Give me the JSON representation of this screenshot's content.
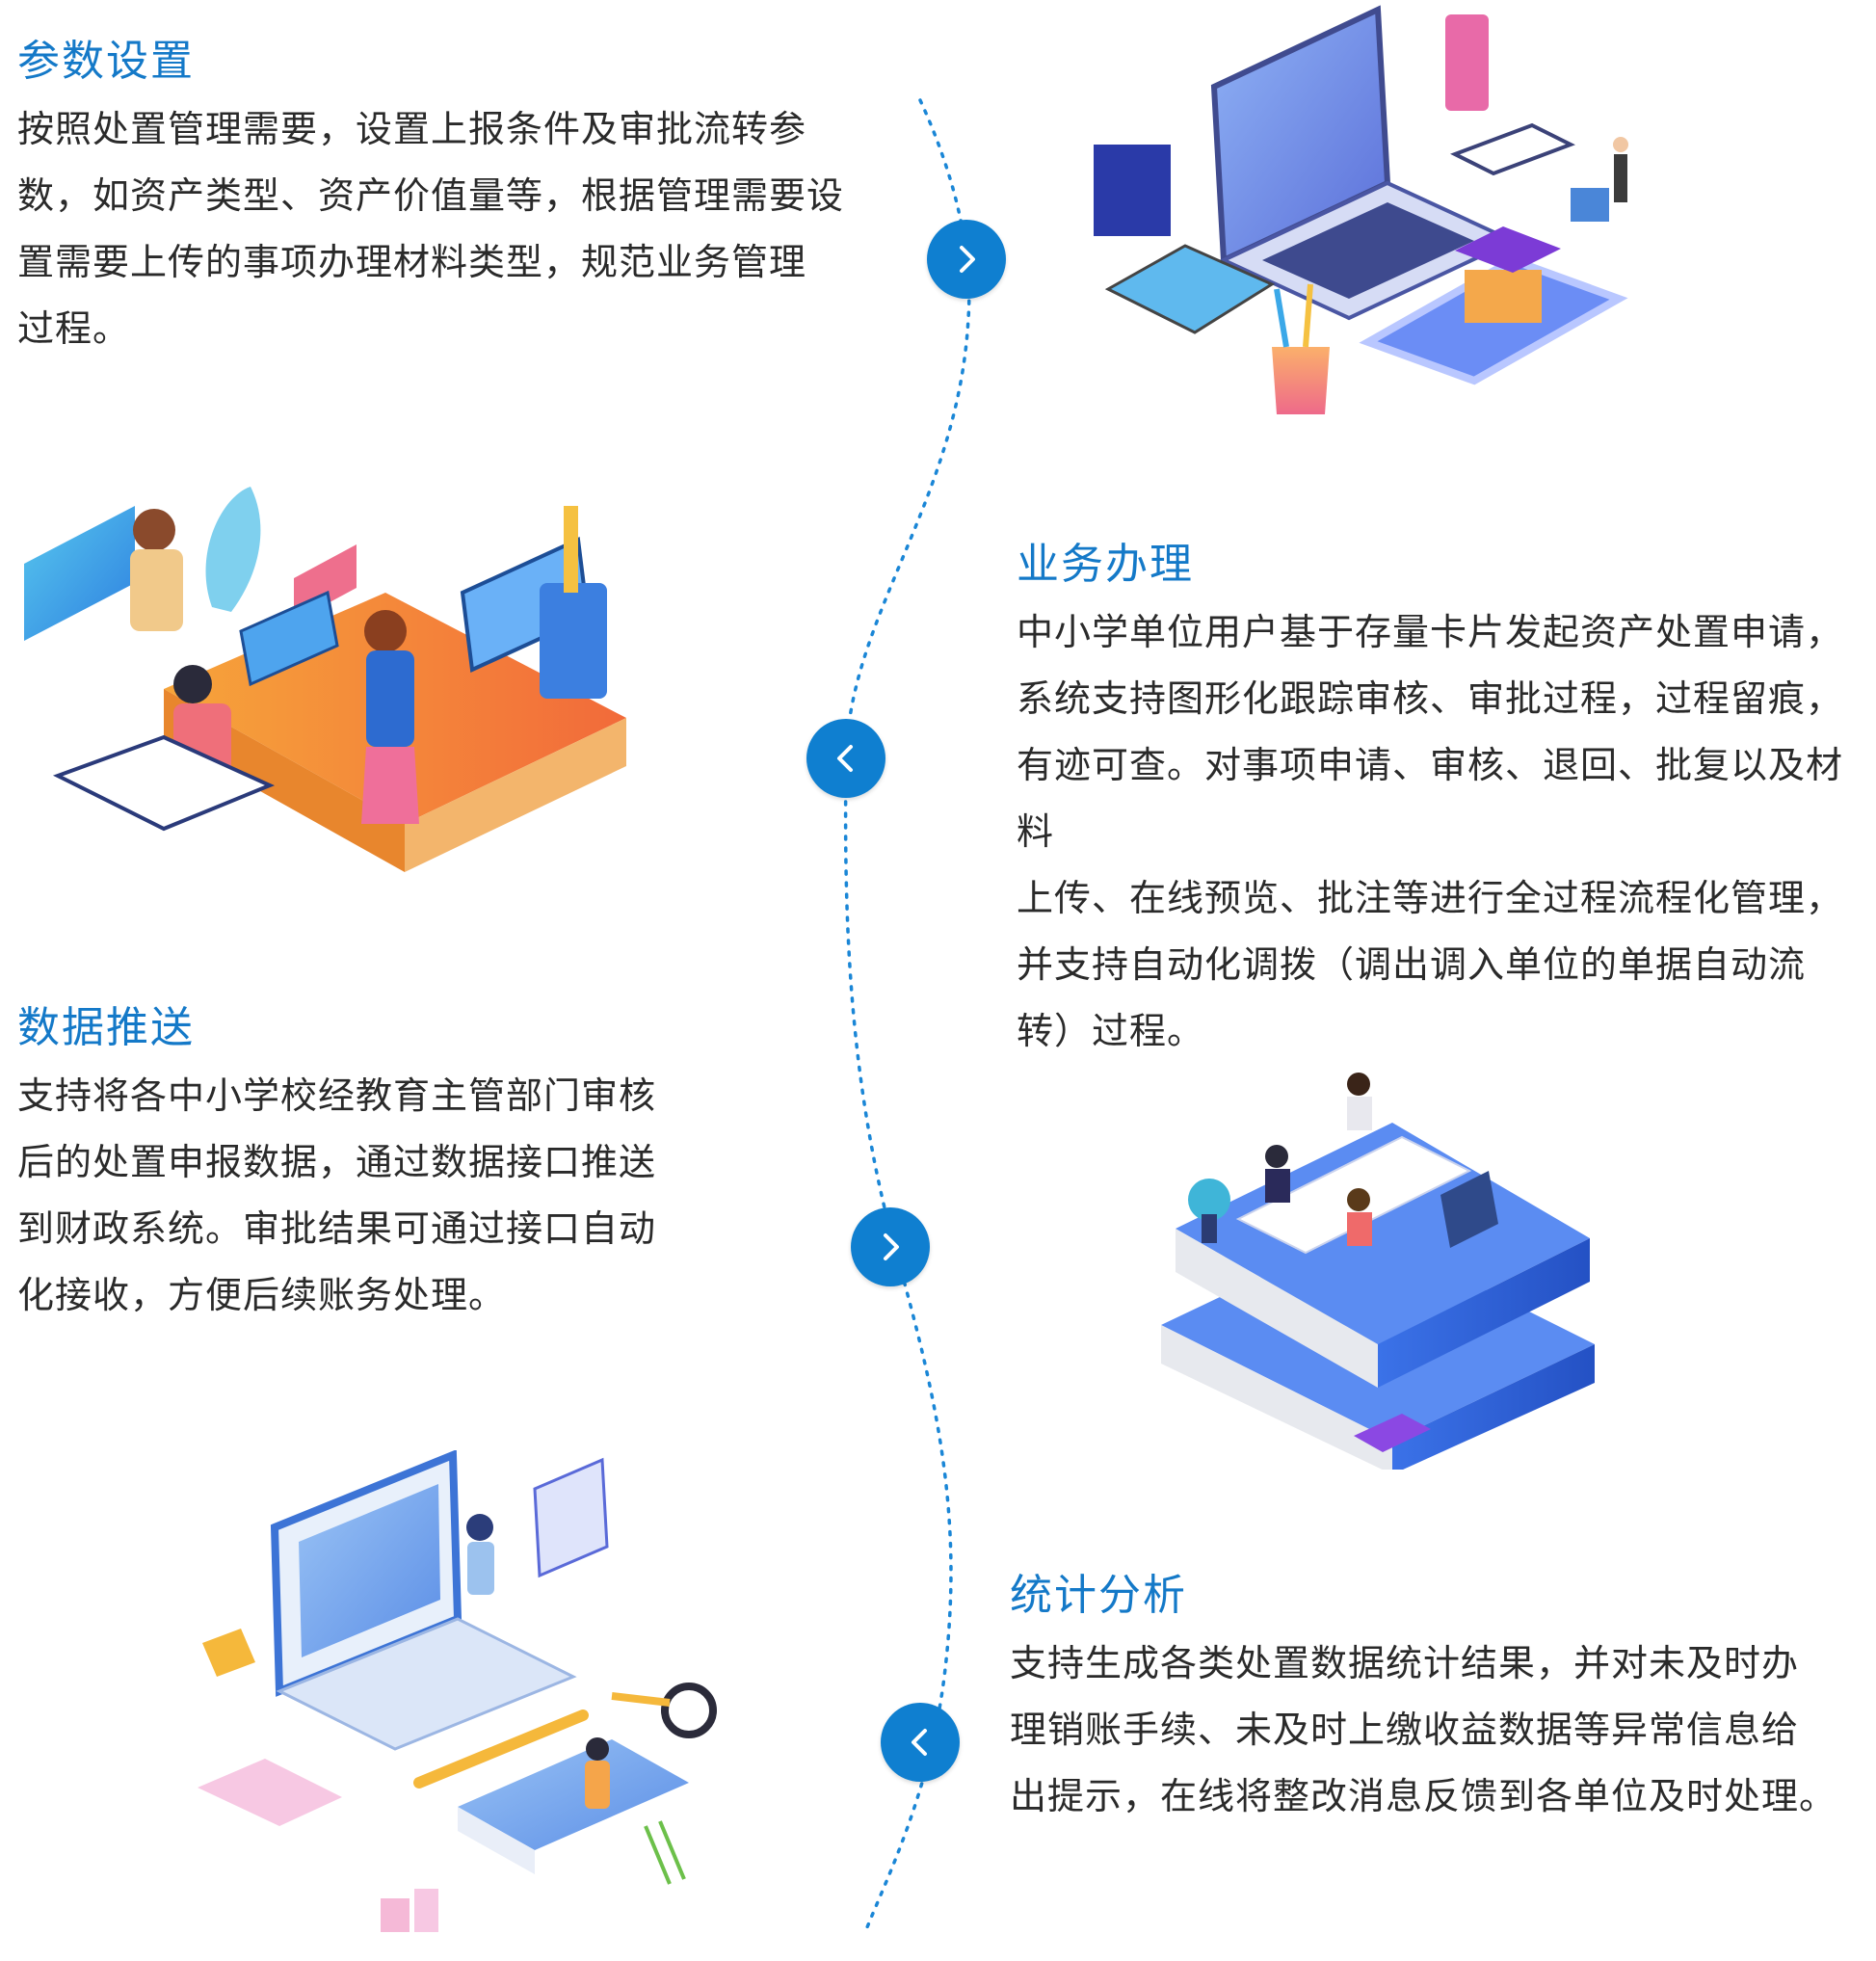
{
  "sections": [
    {
      "title": "参数设置",
      "lines": [
        "按照处置管理需要，设置上报条件及审批流转参",
        "数，如资产类型、资产价值量等，根据管理需要设",
        "置需要上传的事项办理材料类型，规范业务管理",
        "过程。"
      ]
    },
    {
      "title": "业务办理",
      "lines": [
        "中小学单位用户基于存量卡片发起资产处置申请，",
        "系统支持图形化跟踪审核、审批过程，过程留痕，",
        "有迹可查。对事项申请、审核、退回、批复以及材料",
        "上传、在线预览、批注等进行全过程流程化管理，",
        "并支持自动化调拨（调出调入单位的单据自动流",
        "转）过程。"
      ]
    },
    {
      "title": "数据推送",
      "lines": [
        "支持将各中小学校经教育主管部门审核",
        "后的处置申报数据，通过数据接口推送",
        "到财政系统。审批结果可通过接口自动",
        "化接收，方便后续账务处理。"
      ]
    },
    {
      "title": "统计分析",
      "lines": [
        "支持生成各类处置数据统计结果，并对未及时办",
        "理销账手续、未及时上缴收益数据等异常信息给",
        "出提示，在线将整改消息反馈到各单位及时处理。"
      ]
    }
  ],
  "nodes": [
    {
      "icon": "chevron-right-icon"
    },
    {
      "icon": "chevron-left-icon"
    },
    {
      "icon": "chevron-right-icon"
    },
    {
      "icon": "chevron-left-icon"
    }
  ],
  "colors": {
    "accent": "#1479c8",
    "node": "#0f7fd0",
    "text": "#2a2a2a"
  }
}
